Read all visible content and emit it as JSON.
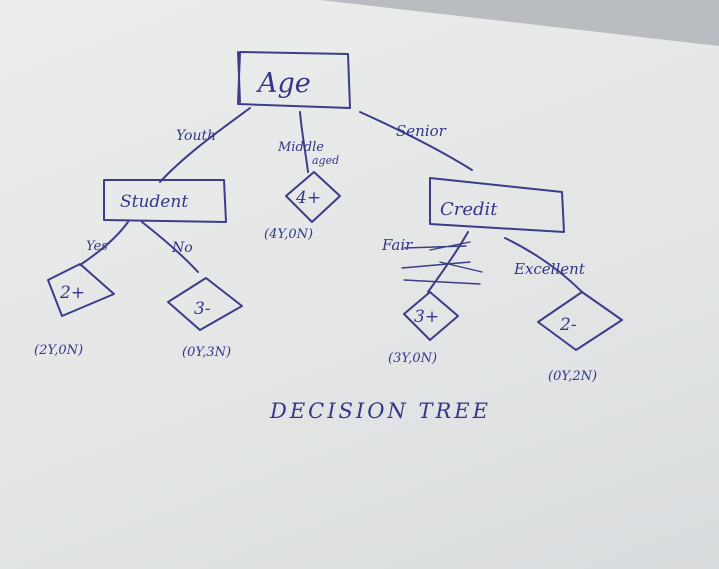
{
  "diagram": {
    "root": {
      "label": "Age"
    },
    "edges": {
      "youth": "Youth",
      "middle_line1": "Middle",
      "middle_line2": "aged",
      "senior": "Senior",
      "student_yes": "Yes",
      "student_no": "No",
      "credit_fair": "Fair",
      "credit_excellent": "Excellent"
    },
    "nodes": {
      "student": "Student",
      "credit": "Credit"
    },
    "leaves": {
      "student_yes": {
        "label": "2+",
        "counts": "(2Y,0N)"
      },
      "student_no": {
        "label": "3-",
        "counts": "(0Y,3N)"
      },
      "middle_aged": {
        "label": "4+",
        "counts": "(4Y,0N)"
      },
      "credit_fair": {
        "label": "3+",
        "counts": "(3Y,0N)"
      },
      "credit_excellent": {
        "label": "2-",
        "counts": "(0Y,2N)"
      }
    },
    "caption": "DECISION TREE"
  },
  "colors": {
    "ink": "#3b3d8a",
    "paper": "#e6e8e7"
  }
}
